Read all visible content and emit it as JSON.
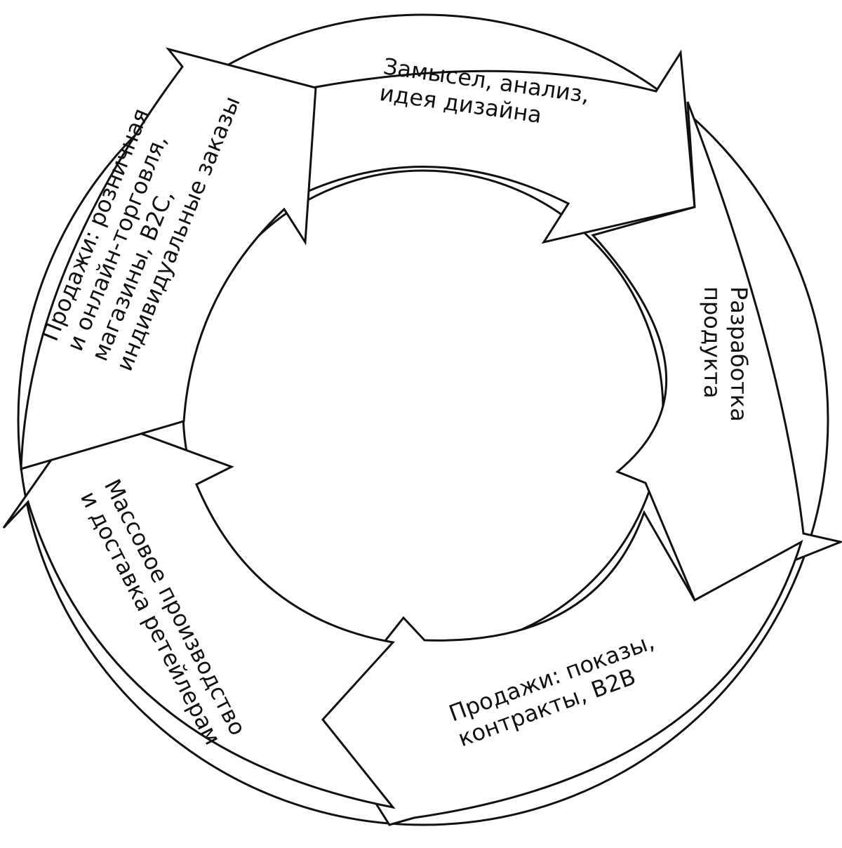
{
  "diagram": {
    "colors": {
      "stroke": "#111111",
      "fill": "#ffffff"
    },
    "stages": [
      {
        "id": "concept",
        "lines": [
          "Замысел, анализ,",
          "идея дизайна"
        ]
      },
      {
        "id": "product-development",
        "lines": [
          "Разработка",
          "продукта"
        ]
      },
      {
        "id": "b2b-sales",
        "lines": [
          "Продажи: показы,",
          "контракты, B2B"
        ]
      },
      {
        "id": "mass-production",
        "lines": [
          "Массовое производство",
          "и доставка ретейлерам"
        ]
      },
      {
        "id": "retail-sales",
        "lines": [
          "Продажи: розничная",
          "и онлайн-торговля,",
          "магазины, B2C,",
          "индивидуальные заказы"
        ]
      }
    ]
  }
}
